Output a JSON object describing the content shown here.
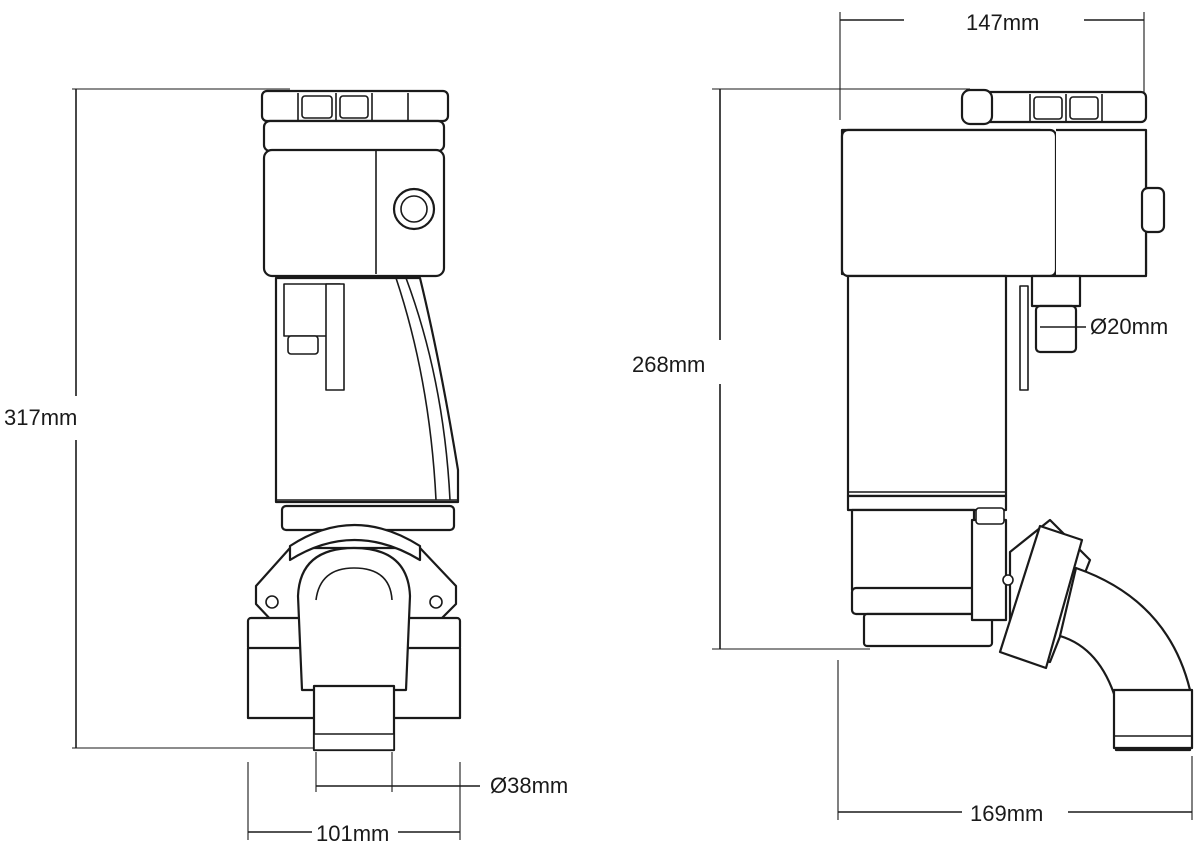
{
  "dimensions": {
    "front_height": "317mm",
    "front_width": "101mm",
    "outlet_diameter": "Ø38mm",
    "side_height": "268mm",
    "side_top_width": "147mm",
    "side_bottom_width": "169mm",
    "inlet_diameter": "Ø20mm"
  }
}
